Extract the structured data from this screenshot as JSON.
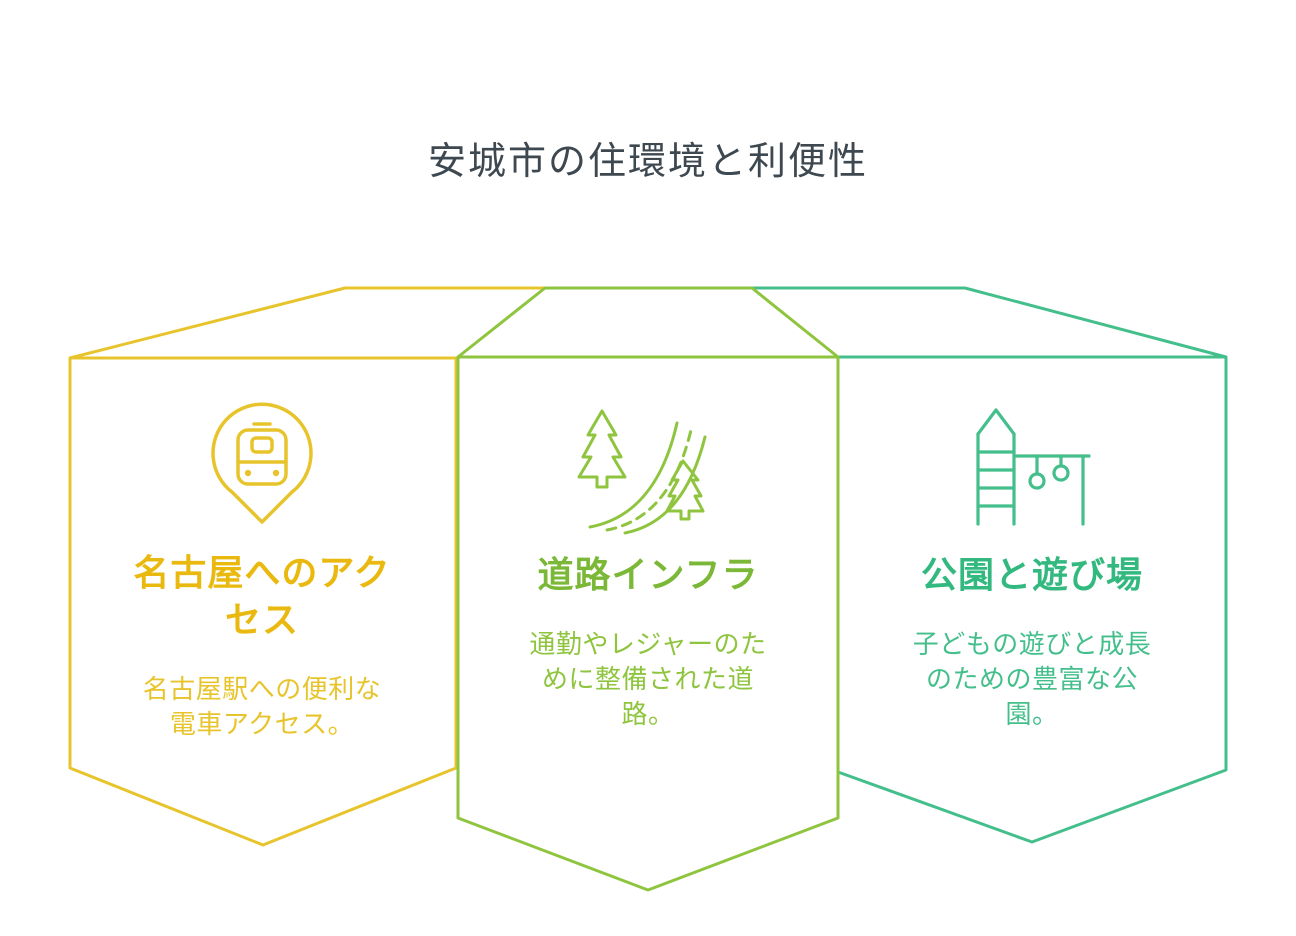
{
  "title": "安城市の住環境と利便性",
  "colors": {
    "heading": "#3E4850",
    "yellow": "#E8C42C",
    "yellow_dark": "#EAB90F",
    "lime": "#8FC53E",
    "lime_dark": "#7CB837",
    "green": "#44BF8C",
    "green_dark": "#33B97F",
    "background": "#FFFFFF"
  },
  "cards": [
    {
      "id": "nagoya-access",
      "icon": "train-pin-icon",
      "title": "名古屋へのアク\nセス",
      "description": "名古屋駅への便利な\n電車アクセス。"
    },
    {
      "id": "road-infrastructure",
      "icon": "road-trees-icon",
      "title": "道路インフラ",
      "description": "通勤やレジャーのた\nめに整備された道\n路。"
    },
    {
      "id": "parks-playgrounds",
      "icon": "playground-icon",
      "title": "公園と遊び場",
      "description": "子どもの遊びと成長\nのための豊富な公\n園。"
    }
  ]
}
